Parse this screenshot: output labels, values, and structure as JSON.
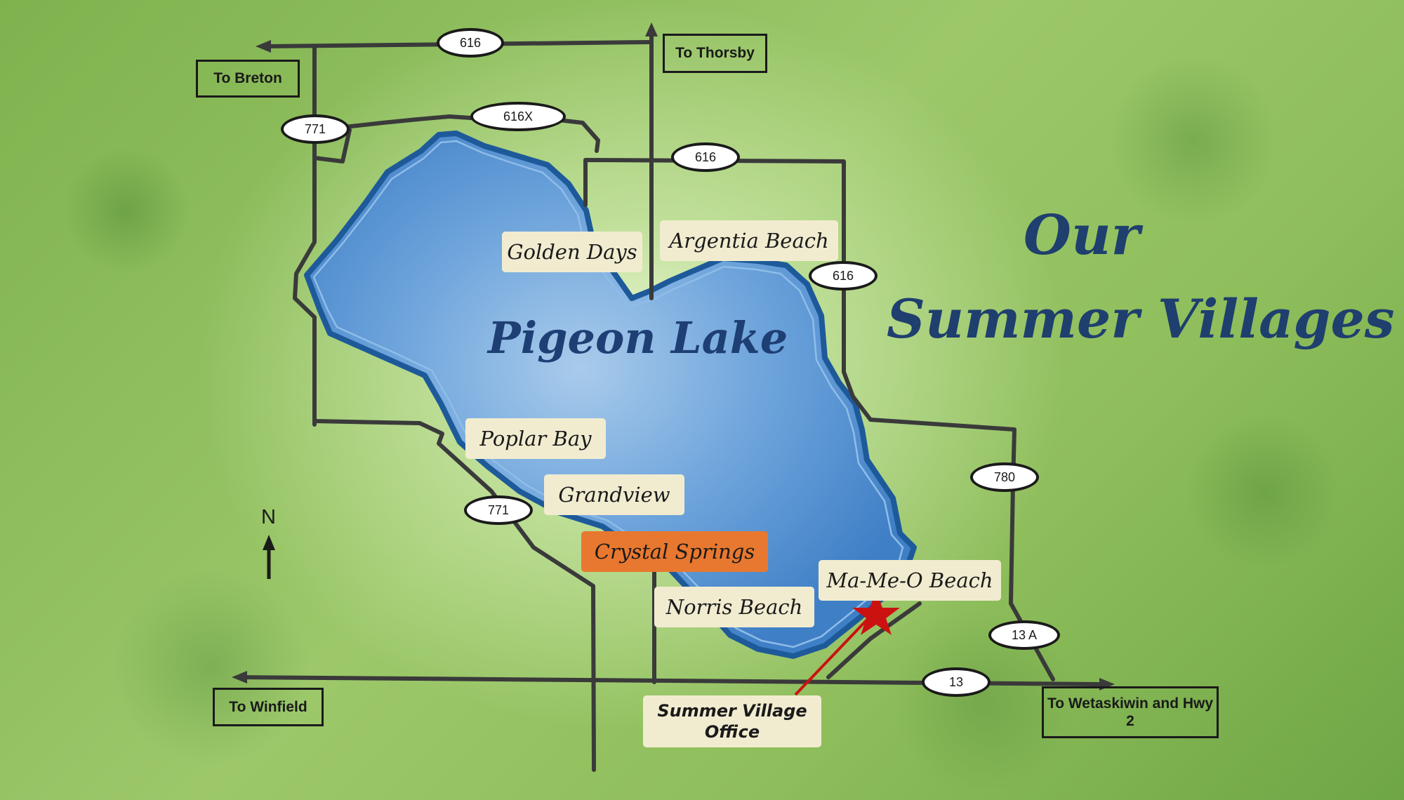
{
  "title": {
    "line1": "Our",
    "line2": "Summer Villages"
  },
  "lake": {
    "name": "Pigeon Lake"
  },
  "destinations": {
    "breton": "To Breton",
    "thorsby": "To Thorsby",
    "winfield": "To Winfield",
    "wetaskiwin": "To Wetaskiwin and Hwy 2"
  },
  "highways": {
    "h616_top": "616",
    "h616x": "616X",
    "h771_north": "771",
    "h616_mid": "616",
    "h616_east": "616",
    "h780": "780",
    "h771_south": "771",
    "h13a": "13 A",
    "h13": "13"
  },
  "villages": {
    "golden_days": "Golden Days",
    "argentia_beach": "Argentia Beach",
    "poplar_bay": "Poplar Bay",
    "grandview": "Grandview",
    "crystal_springs": "Crystal Springs",
    "ma_me_o_beach": "Ma-Me-O Beach",
    "norris_beach": "Norris Beach"
  },
  "office": {
    "line1": "Summer Village",
    "line2": "Office"
  },
  "north": "N",
  "colors": {
    "lake": "#4a8fd0",
    "lake_edge": "#1e5a9a",
    "road": "#3a3a3a",
    "highlight": "#e8782f",
    "label_bg": "#f1ecd0",
    "star": "#cc1111",
    "title": "#1f3f6e"
  }
}
